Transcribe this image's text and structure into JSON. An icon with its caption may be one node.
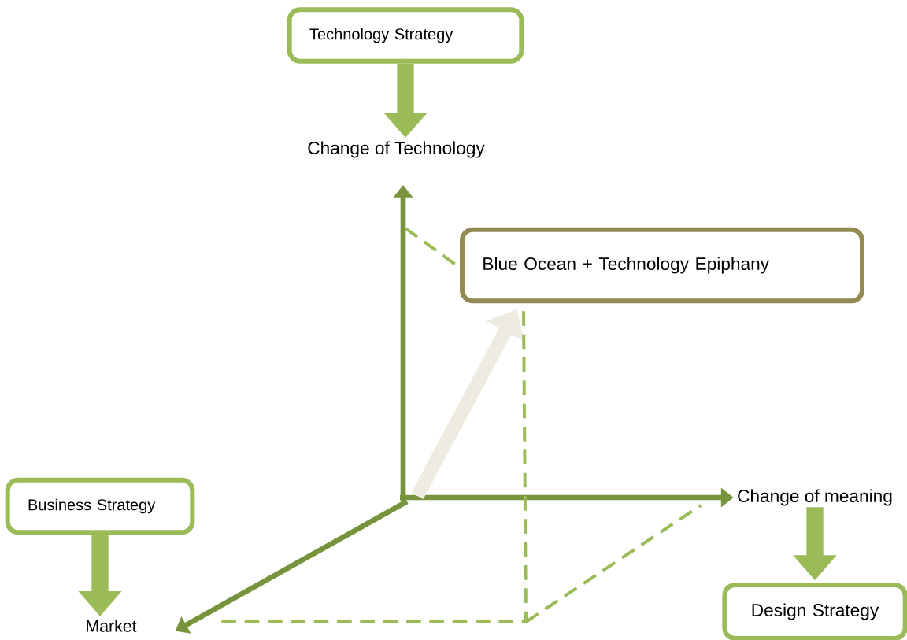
{
  "diagram": {
    "nodes": [
      {
        "text": [
          "Technology Strategy"
        ]
      },
      {
        "text": [
          "Change of Technology"
        ]
      },
      {
        "text": [
          "Blue Ocean + Technology Epiphany"
        ]
      },
      {
        "text": [
          "Business Strategy"
        ]
      },
      {
        "text": [
          "Market"
        ]
      },
      {
        "text": [
          "Change of meaning"
        ]
      },
      {
        "text": [
          "Design Strategy"
        ]
      }
    ],
    "edges": [
      {
        "from": 0,
        "to": 1,
        "arrow": "to",
        "style": "thick"
      },
      {
        "from": null,
        "to": 1,
        "arrow": "to"
      },
      {
        "from": null,
        "to": 5,
        "arrow": "to"
      },
      {
        "from": null,
        "to": 4,
        "arrow": "to"
      },
      {
        "from": null,
        "to": 2,
        "arrow": "to",
        "style": "thick",
        "color": "#eeece1"
      },
      {
        "from": 3,
        "to": 4,
        "arrow": "to",
        "style": "thick"
      },
      {
        "from": 5,
        "to": 6,
        "arrow": "to",
        "style": "thick"
      },
      {
        "from": null,
        "to": 2,
        "arrow": "none",
        "style": "dashed"
      },
      {
        "from": 2,
        "to": null,
        "arrow": "none",
        "style": "dashed"
      }
    ]
  }
}
